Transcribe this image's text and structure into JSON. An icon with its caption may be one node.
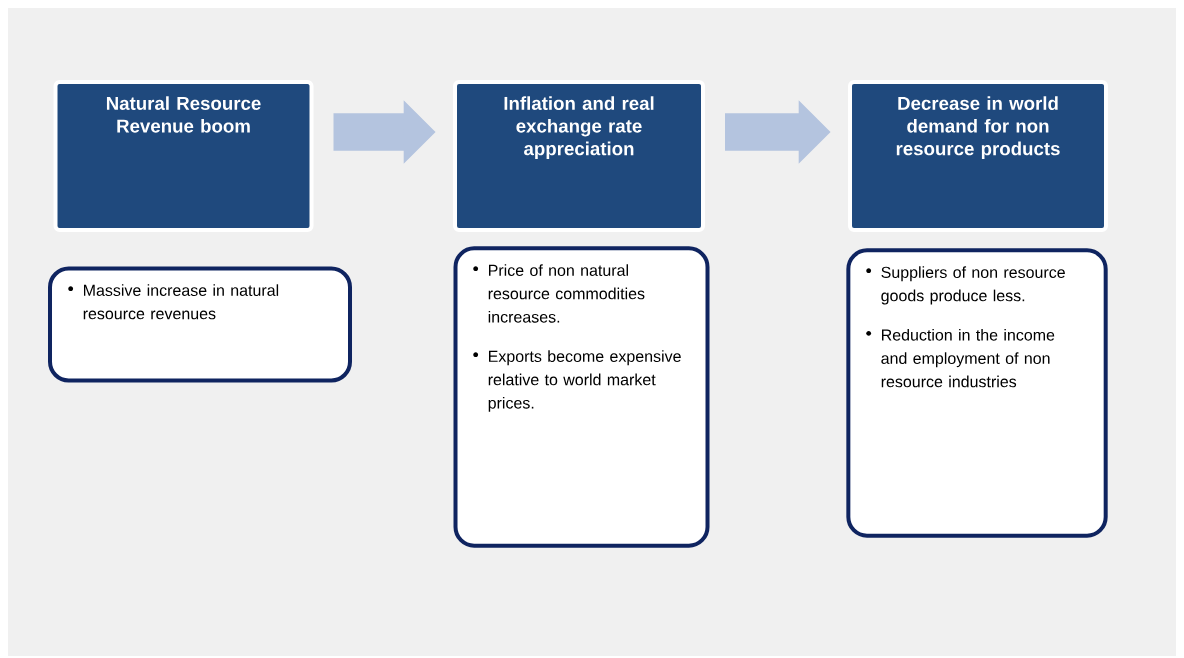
{
  "diagram": {
    "nodes": [
      {
        "text": [
          "Natural Resource Revenue boom"
        ]
      },
      {
        "text": [
          "Inflation and real exchange rate appreciation"
        ]
      },
      {
        "text": [
          "Decrease in world demand  for non resource products"
        ]
      },
      {
        "text": [
          "Massive  increase in natural resource revenues"
        ]
      },
      {
        "text": [
          "Price of non natural resource commodities increases.",
          "Exports become expensive relative to world market prices."
        ]
      },
      {
        "text": [
          "Suppliers of non resource goods produce less.",
          "Reduction in the income and employment of non resource industries"
        ]
      }
    ],
    "edges": [
      {
        "from": 0,
        "to": 1,
        "arrow": "to"
      },
      {
        "from": 1,
        "to": 2,
        "arrow": "to"
      }
    ]
  }
}
